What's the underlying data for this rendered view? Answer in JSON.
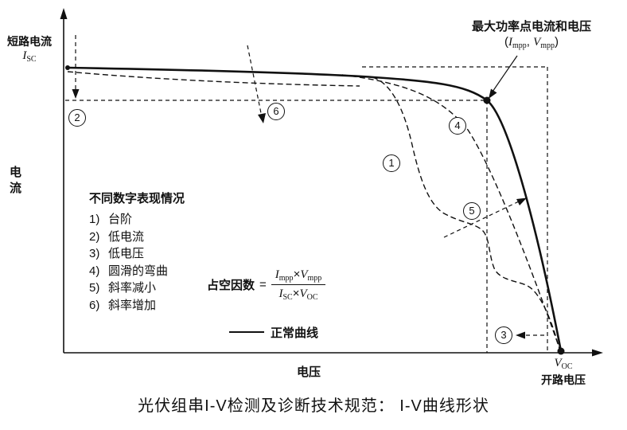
{
  "figure": {
    "caption": "光伏组串I-V检测及诊断技术规范： I-V曲线形状"
  },
  "axes": {
    "y_label": "电流",
    "x_label": "电压",
    "isc_cn": "短路电流",
    "isc_sym": "I",
    "isc_sub": "SC",
    "voc_sym": "V",
    "voc_sub": "OC",
    "voc_cn": "开路电压"
  },
  "mpp": {
    "title": "最大功率点电流和电压",
    "open_paren": "(",
    "i_sym": "I",
    "i_sub": "mpp",
    "comma": ", ",
    "v_sym": "V",
    "v_sub": "mpp",
    "close_paren": ")"
  },
  "markers": {
    "m1": "1",
    "m2": "2",
    "m3": "3",
    "m4": "4",
    "m5": "5",
    "m6": "6"
  },
  "legend": {
    "title": "不同数字表现情况",
    "items": [
      {
        "num": "1)",
        "label": "台阶"
      },
      {
        "num": "2)",
        "label": "低电流"
      },
      {
        "num": "3)",
        "label": "低电压"
      },
      {
        "num": "4)",
        "label": "圆滑的弯曲"
      },
      {
        "num": "5)",
        "label": "斜率减小"
      },
      {
        "num": "6)",
        "label": "斜率增加"
      }
    ]
  },
  "formula": {
    "label": "占空因数",
    "equals": "=",
    "num_i": "I",
    "num_i_sub": "mpp",
    "num_times": "×",
    "num_v": "V",
    "num_v_sub": "mpp",
    "den_i": "I",
    "den_i_sub": "SC",
    "den_times": "×",
    "den_v": "V",
    "den_v_sub": "OC"
  },
  "curve_legend": {
    "normal": "正常曲线"
  }
}
